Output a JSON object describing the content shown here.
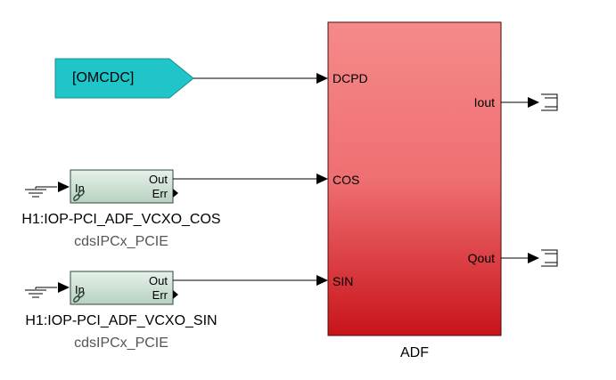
{
  "goto_block": {
    "label": "[OMCDC]",
    "color": "#1fc5c8"
  },
  "adf_block": {
    "name": "ADF",
    "inputs": [
      "DCPD",
      "COS",
      "SIN"
    ],
    "outputs": [
      "Iout",
      "Qout"
    ],
    "color_top": "#f58a8a",
    "color_bottom": "#c8141a"
  },
  "ipc_blocks": [
    {
      "name": "H1:IOP-PCI_ADF_VCXO_COS",
      "library": "cdsIPCx_PCIE",
      "port_in": "In",
      "port_out": "Out",
      "port_err": "Err"
    },
    {
      "name": "H1:IOP-PCI_ADF_VCXO_SIN",
      "library": "cdsIPCx_PCIE",
      "port_in": "In",
      "port_out": "Out",
      "port_err": "Err"
    }
  ],
  "colors": {
    "ipc_fill": "#cfe3d6",
    "line": "#000000"
  }
}
